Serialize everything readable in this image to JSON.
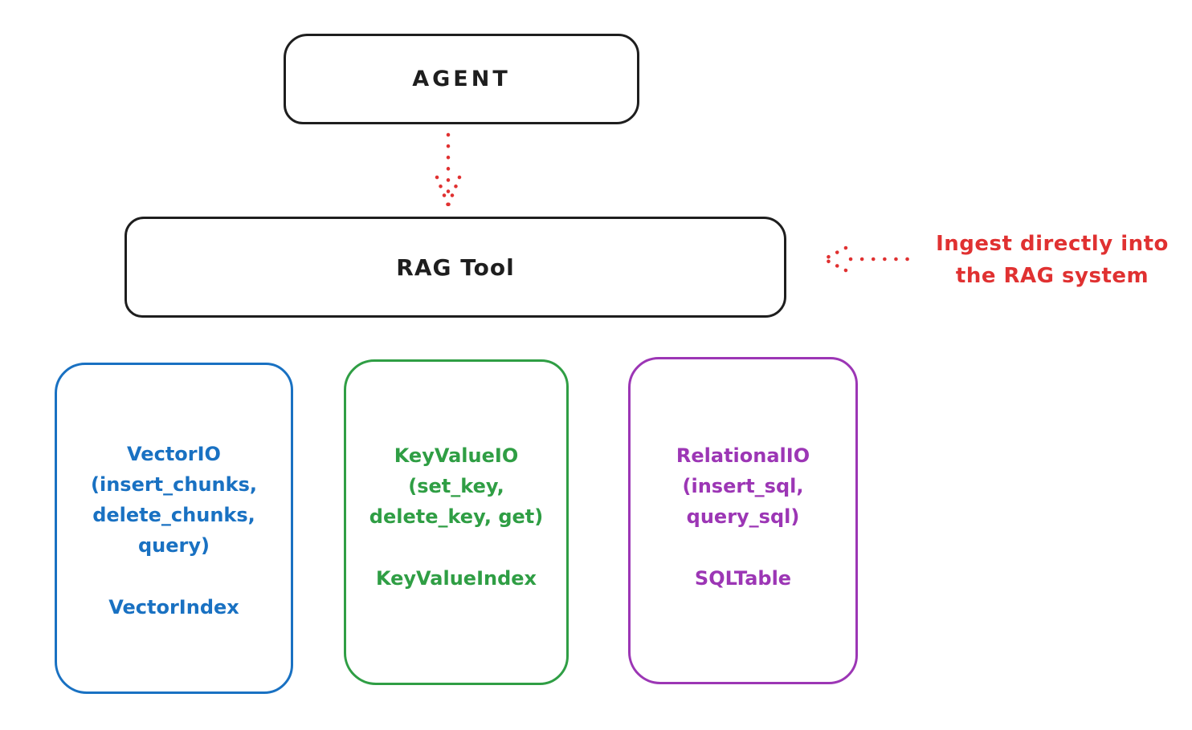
{
  "diagram": {
    "agent": {
      "label": "AGENT"
    },
    "rag_tool": {
      "label": "RAG Tool"
    },
    "annotation": {
      "line1": "Ingest directly into",
      "line2": "the RAG system"
    },
    "io_boxes": [
      {
        "name": "VectorIO",
        "lines": [
          "VectorIO",
          "(insert_chunks,",
          "delete_chunks,",
          "query)"
        ],
        "index_label": "VectorIndex",
        "color": "#1971c2"
      },
      {
        "name": "KeyValueIO",
        "lines": [
          "KeyValueIO",
          "(set_key,",
          "delete_key, get)"
        ],
        "index_label": "KeyValueIndex",
        "color": "#2f9e44"
      },
      {
        "name": "RelationalIO",
        "lines": [
          "RelationalIO",
          "(insert_sql,",
          "query_sql)"
        ],
        "index_label": "SQLTable",
        "color": "#9c36b5"
      }
    ],
    "colors": {
      "stroke": "#1e1e1e",
      "annotation_red": "#e03131",
      "vector_blue": "#1971c2",
      "keyvalue_green": "#2f9e44",
      "relational_purple": "#9c36b5",
      "background": "#ffffff"
    }
  }
}
